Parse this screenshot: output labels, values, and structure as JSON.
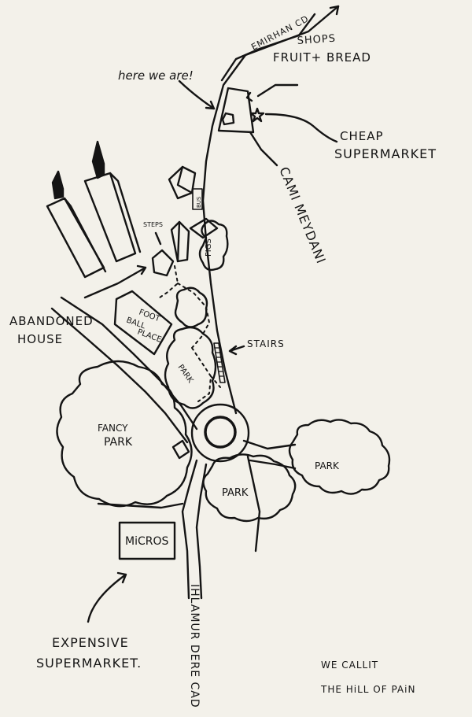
{
  "map": {
    "labels": {
      "emirhan": "EMIRHAN CD.",
      "shops_line1": "SHOPS",
      "shops_line2": "FRUIT+ BREAD",
      "here": "here we are!",
      "cheap_line1": "CHEAP",
      "cheap_line2": "SUPERMARKET",
      "cami": "CAMI MEYDANI",
      "steps": "STEPS",
      "figs": "FIGS",
      "bus": "BUS",
      "abandoned_line1": "ABANDONED",
      "abandoned_line2": "HOUSE",
      "football_line1": "FOOT",
      "football_line2": "BALL",
      "football_line3": "PLACE",
      "stairs": "STAIRS",
      "park_small": "PARK",
      "fancy_line1": "FANCY",
      "fancy_line2": "PARK",
      "park_right": "PARK",
      "park_center": "PARK",
      "micros": "MiCROS",
      "ihlamur": "IHLAMUR DERE CAD",
      "expensive_line1": "EXPENSIVE",
      "expensive_line2": "SUPERMARKET.",
      "motto_line1": "WE CALLIT",
      "motto_line2": "THE HiLL OF PAiN"
    }
  }
}
